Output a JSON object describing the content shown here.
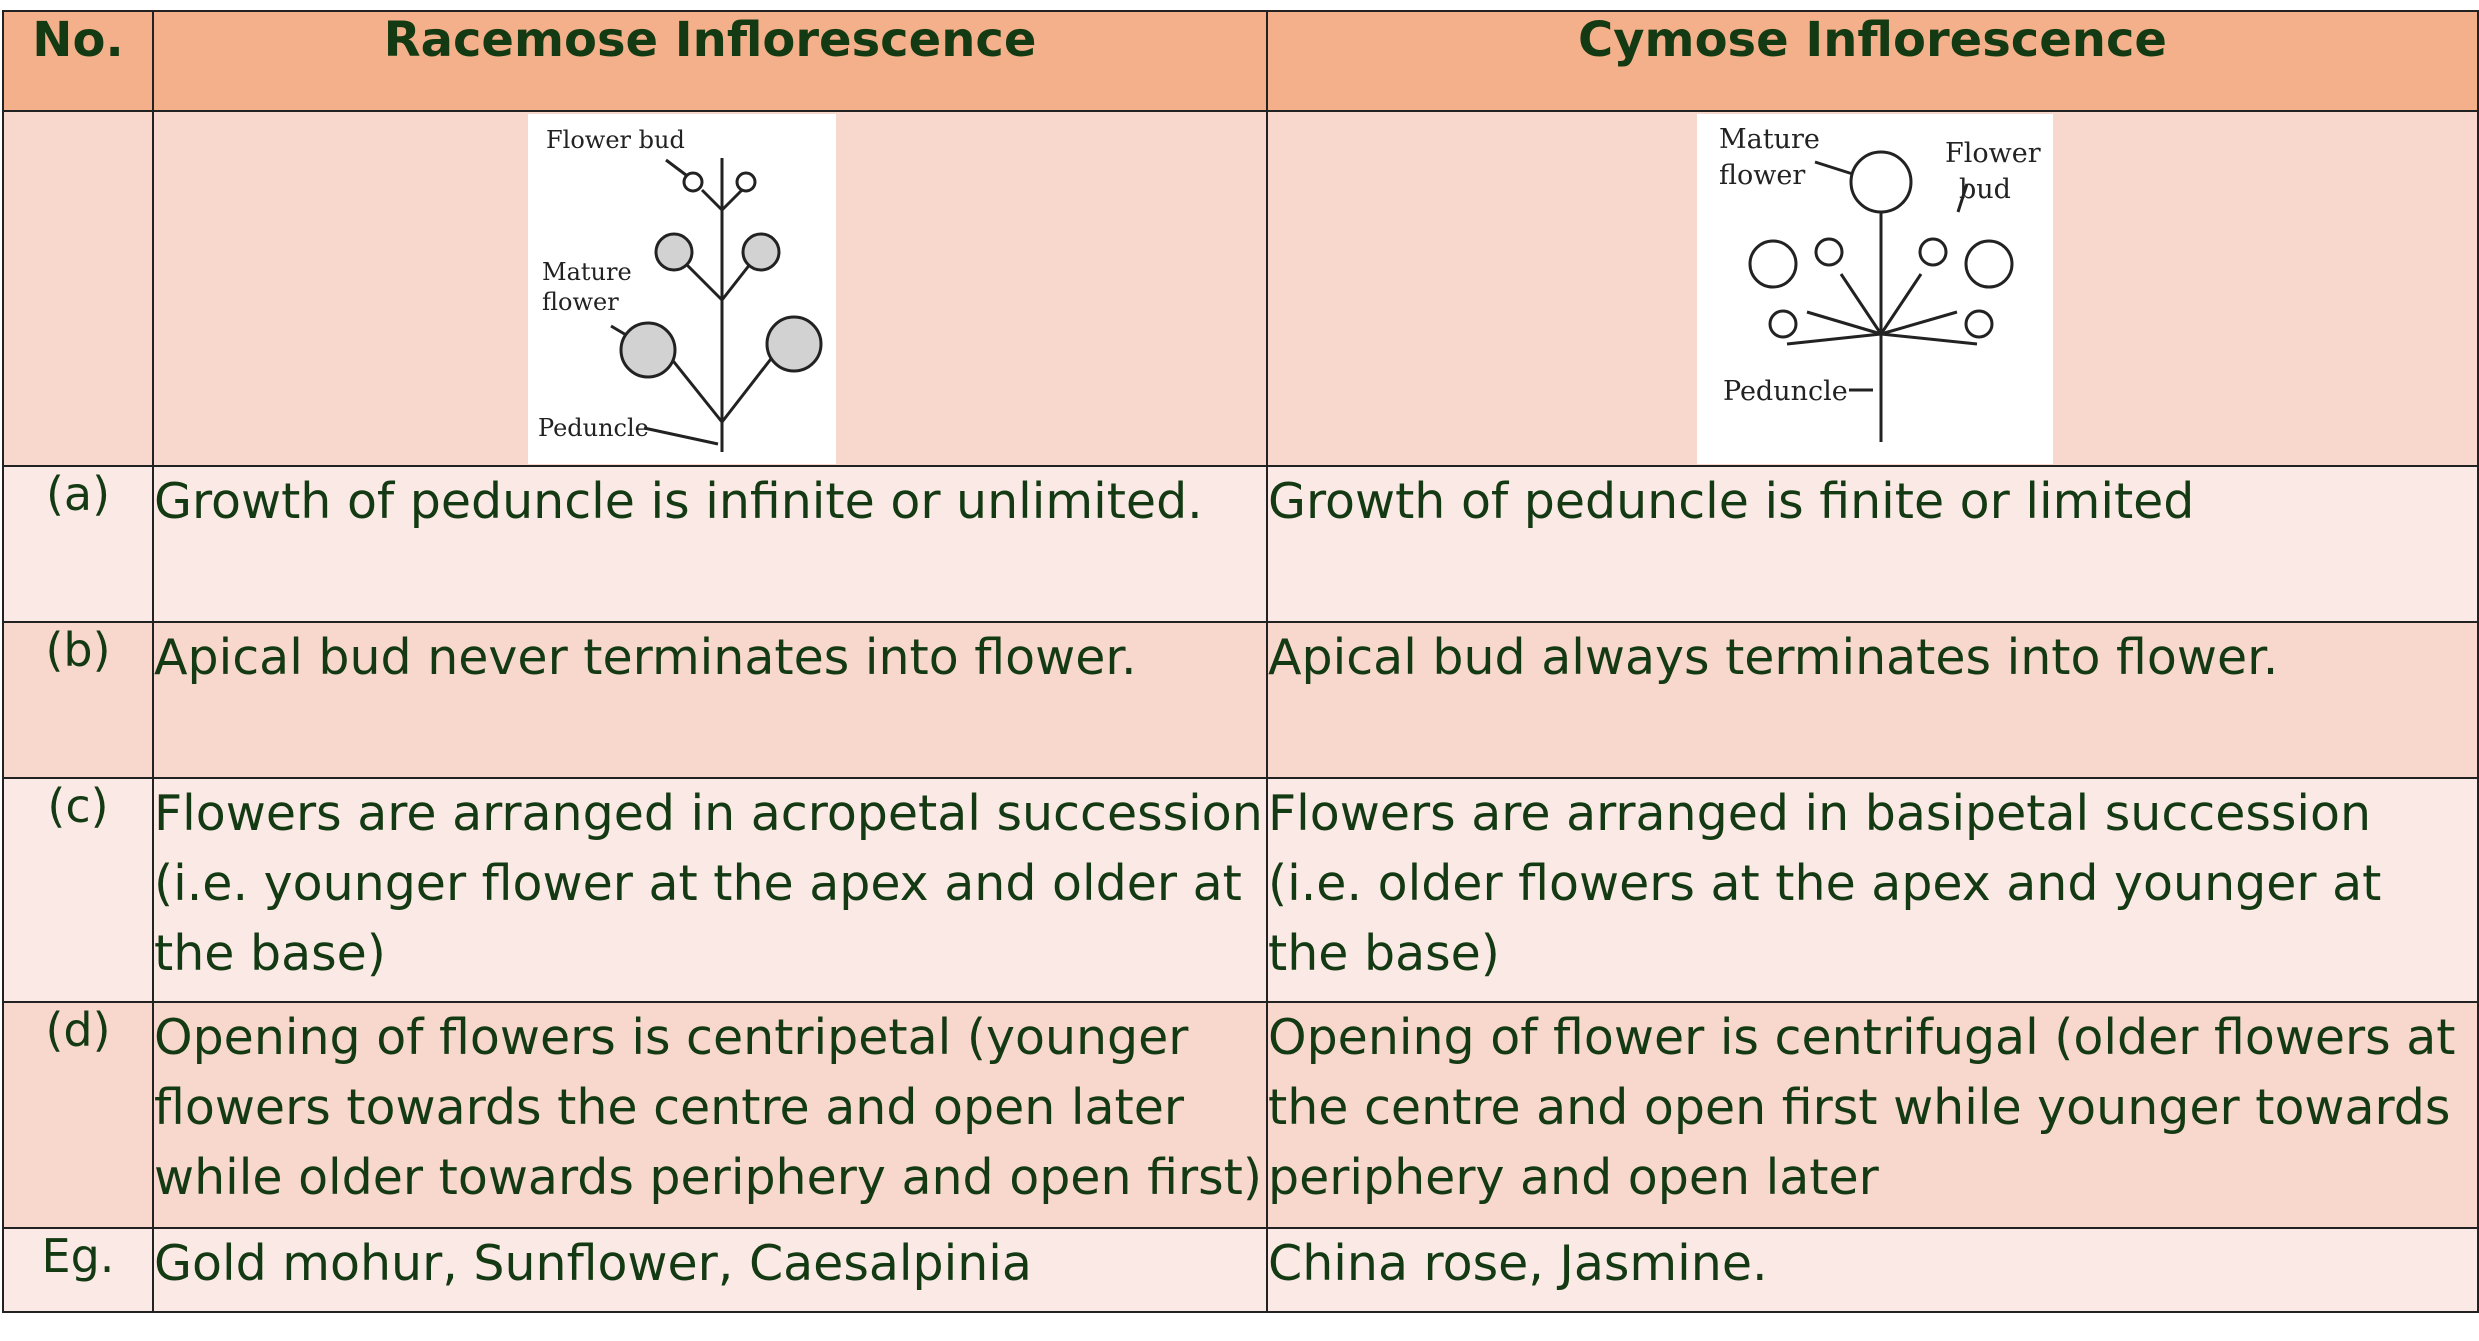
{
  "header": {
    "no": "No.",
    "racemose": "Racemose Inflorescence",
    "cymose": "Cymose Inflorescence"
  },
  "diagrams": {
    "racemose": {
      "label_bud": "Flower bud",
      "label_mature_1": "Mature",
      "label_mature_2": "flower",
      "label_peduncle": "Peduncle"
    },
    "cymose": {
      "label_mature_1": "Mature",
      "label_mature_2": "flower",
      "label_bud_1": "Flower",
      "label_bud_2": "bud",
      "label_peduncle": "Peduncle"
    }
  },
  "rows": [
    {
      "no": "(a)",
      "racemose": "Growth of peduncle is infinite or unlimited.",
      "cymose": "Growth of peduncle is finite or limited"
    },
    {
      "no": "(b)",
      "racemose": "Apical bud never terminates into flower.",
      "cymose": "Apical bud always terminates into flower."
    },
    {
      "no": "(c)",
      "racemose": "Flowers are arranged in acropetal succession (i.e. younger flower at the apex and older at the base)",
      "cymose": "Flowers are arranged in basipetal succession (i.e. older flowers at the apex and younger at the base)"
    },
    {
      "no": "(d)",
      "racemose": "Opening of flowers is centripetal (younger flowers towards the centre and open later while older towards periphery and open first)",
      "cymose": "Opening of flower is centrifugal (older flowers at the centre and open first while younger towards periphery and open later"
    },
    {
      "no": "Eg.",
      "racemose": "Gold mohur, Sunflower, Caesalpinia",
      "cymose": "China rose, Jasmine."
    }
  ],
  "colors": {
    "header_bg": "#f3b08a",
    "row_dark": "#f8d7cc",
    "row_light": "#fbe9e5",
    "text": "#133a12"
  }
}
